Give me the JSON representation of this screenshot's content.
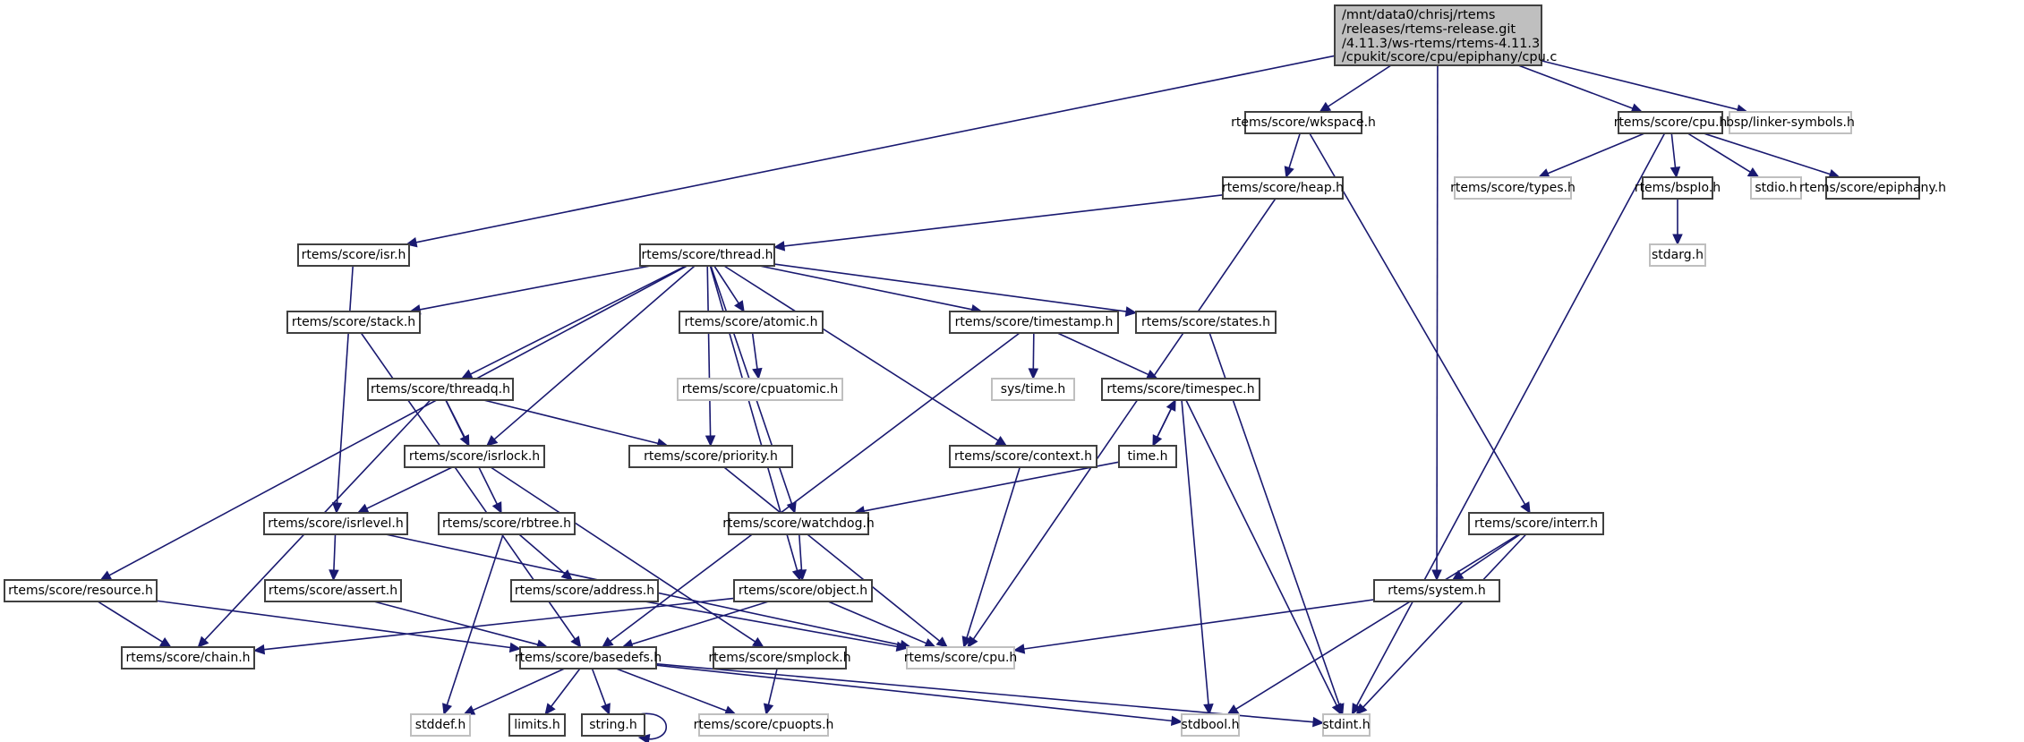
{
  "diagram": {
    "type": "include-dependency-graph",
    "root": {
      "id": "root",
      "lines": [
        "/mnt/data0/chrisj/rtems",
        "/releases/rtems-release.git",
        "/4.11.3/ws-rtems/rtems-4.11.3",
        "/cpukit/score/cpu/epiphany/cpu.c"
      ]
    },
    "colors": {
      "edge": "#191970",
      "node_border": "#404040",
      "missing_border": "#bfbfbf",
      "root_fill": "#bfbfbf"
    },
    "nodes": [
      {
        "id": "wkspace",
        "label": "rtems/score/wkspace.h",
        "kind": "solid"
      },
      {
        "id": "cpuh_top",
        "label": "rtems/score/cpu.h",
        "kind": "solid"
      },
      {
        "id": "linker",
        "label": "bsp/linker-symbols.h",
        "kind": "missing"
      },
      {
        "id": "heap",
        "label": "rtems/score/heap.h",
        "kind": "solid"
      },
      {
        "id": "types",
        "label": "rtems/score/types.h",
        "kind": "missing"
      },
      {
        "id": "bspio",
        "label": "rtems/bspIo.h",
        "kind": "solid"
      },
      {
        "id": "stdio",
        "label": "stdio.h",
        "kind": "missing"
      },
      {
        "id": "epiphany",
        "label": "rtems/score/epiphany.h",
        "kind": "solid"
      },
      {
        "id": "stdarg",
        "label": "stdarg.h",
        "kind": "missing"
      },
      {
        "id": "isr",
        "label": "rtems/score/isr.h",
        "kind": "solid"
      },
      {
        "id": "thread",
        "label": "rtems/score/thread.h",
        "kind": "solid"
      },
      {
        "id": "stack",
        "label": "rtems/score/stack.h",
        "kind": "solid"
      },
      {
        "id": "atomic",
        "label": "rtems/score/atomic.h",
        "kind": "solid"
      },
      {
        "id": "timestamp",
        "label": "rtems/score/timestamp.h",
        "kind": "solid"
      },
      {
        "id": "states",
        "label": "rtems/score/states.h",
        "kind": "solid"
      },
      {
        "id": "threadq",
        "label": "rtems/score/threadq.h",
        "kind": "solid"
      },
      {
        "id": "cpuatomic",
        "label": "rtems/score/cpuatomic.h",
        "kind": "missing"
      },
      {
        "id": "systime",
        "label": "sys/time.h",
        "kind": "missing"
      },
      {
        "id": "timespec",
        "label": "rtems/score/timespec.h",
        "kind": "solid"
      },
      {
        "id": "isrlock",
        "label": "rtems/score/isrlock.h",
        "kind": "solid"
      },
      {
        "id": "priority",
        "label": "rtems/score/priority.h",
        "kind": "solid"
      },
      {
        "id": "context",
        "label": "rtems/score/context.h",
        "kind": "solid"
      },
      {
        "id": "timeh",
        "label": "time.h",
        "kind": "solid"
      },
      {
        "id": "isrlevel",
        "label": "rtems/score/isrlevel.h",
        "kind": "solid"
      },
      {
        "id": "rbtree",
        "label": "rtems/score/rbtree.h",
        "kind": "solid"
      },
      {
        "id": "watchdog",
        "label": "rtems/score/watchdog.h",
        "kind": "solid"
      },
      {
        "id": "interr",
        "label": "rtems/score/interr.h",
        "kind": "solid"
      },
      {
        "id": "resource",
        "label": "rtems/score/resource.h",
        "kind": "solid"
      },
      {
        "id": "assert",
        "label": "rtems/score/assert.h",
        "kind": "solid"
      },
      {
        "id": "address",
        "label": "rtems/score/address.h",
        "kind": "solid"
      },
      {
        "id": "object",
        "label": "rtems/score/object.h",
        "kind": "solid"
      },
      {
        "id": "system",
        "label": "rtems/system.h",
        "kind": "solid"
      },
      {
        "id": "chain",
        "label": "rtems/score/chain.h",
        "kind": "solid"
      },
      {
        "id": "basedefs",
        "label": "rtems/score/basedefs.h",
        "kind": "solid"
      },
      {
        "id": "smplock",
        "label": "rtems/score/smplock.h",
        "kind": "solid"
      },
      {
        "id": "cpuh_bot",
        "label": "rtems/score/cpu.h",
        "kind": "missing"
      },
      {
        "id": "stddef",
        "label": "stddef.h",
        "kind": "missing"
      },
      {
        "id": "limits",
        "label": "limits.h",
        "kind": "solid"
      },
      {
        "id": "string",
        "label": "string.h",
        "kind": "solid"
      },
      {
        "id": "cpuopts",
        "label": "rtems/score/cpuopts.h",
        "kind": "missing"
      },
      {
        "id": "stdbool",
        "label": "stdbool.h",
        "kind": "missing"
      },
      {
        "id": "stdint",
        "label": "stdint.h",
        "kind": "missing"
      }
    ],
    "edges": [
      [
        "root",
        "wkspace"
      ],
      [
        "root",
        "cpuh_top"
      ],
      [
        "root",
        "linker"
      ],
      [
        "root",
        "isr"
      ],
      [
        "root",
        "system"
      ],
      [
        "wkspace",
        "heap"
      ],
      [
        "wkspace",
        "interr"
      ],
      [
        "heap",
        "thread"
      ],
      [
        "heap",
        "cpuh_bot"
      ],
      [
        "cpuh_top",
        "types"
      ],
      [
        "cpuh_top",
        "bspio"
      ],
      [
        "cpuh_top",
        "stdio"
      ],
      [
        "cpuh_top",
        "epiphany"
      ],
      [
        "cpuh_top",
        "stdint"
      ],
      [
        "bspio",
        "stdarg"
      ],
      [
        "isr",
        "isrlevel"
      ],
      [
        "thread",
        "resource"
      ],
      [
        "thread",
        "stack"
      ],
      [
        "thread",
        "threadq"
      ],
      [
        "thread",
        "isrlock"
      ],
      [
        "thread",
        "object"
      ],
      [
        "thread",
        "watchdog"
      ],
      [
        "thread",
        "atomic"
      ],
      [
        "thread",
        "priority"
      ],
      [
        "thread",
        "timestamp"
      ],
      [
        "thread",
        "context"
      ],
      [
        "thread",
        "states"
      ],
      [
        "stack",
        "basedefs"
      ],
      [
        "atomic",
        "cpuatomic"
      ],
      [
        "timestamp",
        "systime"
      ],
      [
        "timestamp",
        "timespec"
      ],
      [
        "timestamp",
        "basedefs"
      ],
      [
        "states",
        "stdint"
      ],
      [
        "threadq",
        "isrlock"
      ],
      [
        "threadq",
        "priority"
      ],
      [
        "threadq",
        "rbtree"
      ],
      [
        "threadq",
        "chain"
      ],
      [
        "timespec",
        "timeh"
      ],
      [
        "timespec",
        "stdbool"
      ],
      [
        "timespec",
        "stdint"
      ],
      [
        "timeh",
        "timespec"
      ],
      [
        "timeh",
        "watchdog"
      ],
      [
        "isrlock",
        "isrlevel"
      ],
      [
        "isrlock",
        "smplock"
      ],
      [
        "priority",
        "cpuh_bot"
      ],
      [
        "context",
        "cpuh_bot"
      ],
      [
        "isrlevel",
        "assert"
      ],
      [
        "isrlevel",
        "cpuh_bot"
      ],
      [
        "rbtree",
        "address"
      ],
      [
        "rbtree",
        "stddef"
      ],
      [
        "watchdog",
        "object"
      ],
      [
        "interr",
        "system"
      ],
      [
        "interr",
        "stdbool"
      ],
      [
        "interr",
        "stdint"
      ],
      [
        "resource",
        "chain"
      ],
      [
        "resource",
        "basedefs"
      ],
      [
        "assert",
        "basedefs"
      ],
      [
        "address",
        "cpuh_bot"
      ],
      [
        "object",
        "chain"
      ],
      [
        "object",
        "basedefs"
      ],
      [
        "object",
        "cpuh_bot"
      ],
      [
        "system",
        "cpuh_bot"
      ],
      [
        "smplock",
        "cpuopts"
      ],
      [
        "basedefs",
        "stddef"
      ],
      [
        "basedefs",
        "limits"
      ],
      [
        "basedefs",
        "string"
      ],
      [
        "basedefs",
        "cpuopts"
      ],
      [
        "basedefs",
        "stdbool"
      ],
      [
        "basedefs",
        "stdint"
      ],
      [
        "string",
        "string"
      ]
    ]
  }
}
